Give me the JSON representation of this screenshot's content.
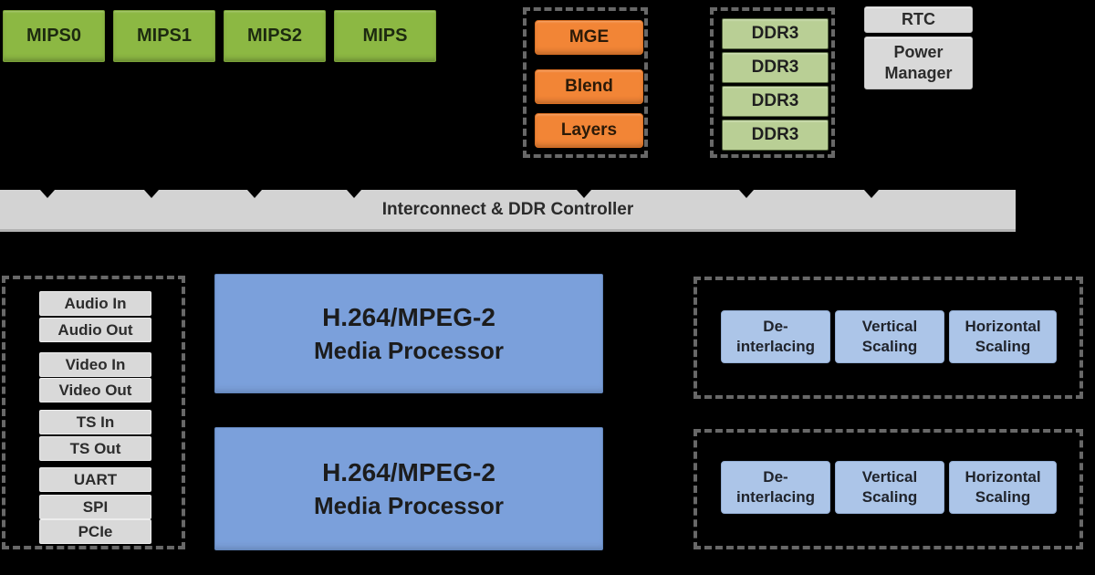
{
  "colors": {
    "background": "#000000",
    "cpu_green": "#8CB843",
    "memory_green": "#B9CF95",
    "graphics_orange": "#F28536",
    "processor_blue": "#7BA0DB",
    "pipeline_blue": "#ACC5E8",
    "peripheral_gray": "#D9D9D9",
    "interconnect_gray": "#D3D3D3",
    "dashed_border_gray": "#686868"
  },
  "cpu_blocks": [
    {
      "label": "MIPS0"
    },
    {
      "label": "MIPS1"
    },
    {
      "label": "MIPS2"
    },
    {
      "label": "MIPS"
    }
  ],
  "graphics_group": {
    "blocks": [
      {
        "label": "MGE"
      },
      {
        "label": "Blend"
      },
      {
        "label": "Layers"
      }
    ]
  },
  "memory_group": {
    "blocks": [
      {
        "label": "DDR3"
      },
      {
        "label": "DDR3"
      },
      {
        "label": "DDR3"
      },
      {
        "label": "DDR3"
      }
    ]
  },
  "system": {
    "rtc": {
      "label": "RTC"
    },
    "power_manager": {
      "line1": "Power",
      "line2": "Manager"
    }
  },
  "interconnect": {
    "label": "Interconnect & DDR Controller"
  },
  "io_group": {
    "blocks": [
      {
        "label": "Audio In"
      },
      {
        "label": "Audio Out"
      },
      {
        "label": "Video In"
      },
      {
        "label": "Video Out"
      },
      {
        "label": "TS In"
      },
      {
        "label": "TS Out"
      },
      {
        "label": "UART"
      },
      {
        "label": "SPI"
      },
      {
        "label": "PCIe"
      }
    ]
  },
  "media_processors": [
    {
      "line1": "H.264/MPEG-2",
      "line2": "Media Processor"
    },
    {
      "line1": "H.264/MPEG-2",
      "line2": "Media Processor"
    }
  ],
  "video_pipelines": [
    {
      "blocks": [
        {
          "line1": "De-",
          "line2": "interlacing"
        },
        {
          "line1": "Vertical",
          "line2": "Scaling"
        },
        {
          "line1": "Horizontal",
          "line2": "Scaling"
        }
      ]
    },
    {
      "blocks": [
        {
          "line1": "De-",
          "line2": "interlacing"
        },
        {
          "line1": "Vertical",
          "line2": "Scaling"
        },
        {
          "line1": "Horizontal",
          "line2": "Scaling"
        }
      ]
    }
  ]
}
